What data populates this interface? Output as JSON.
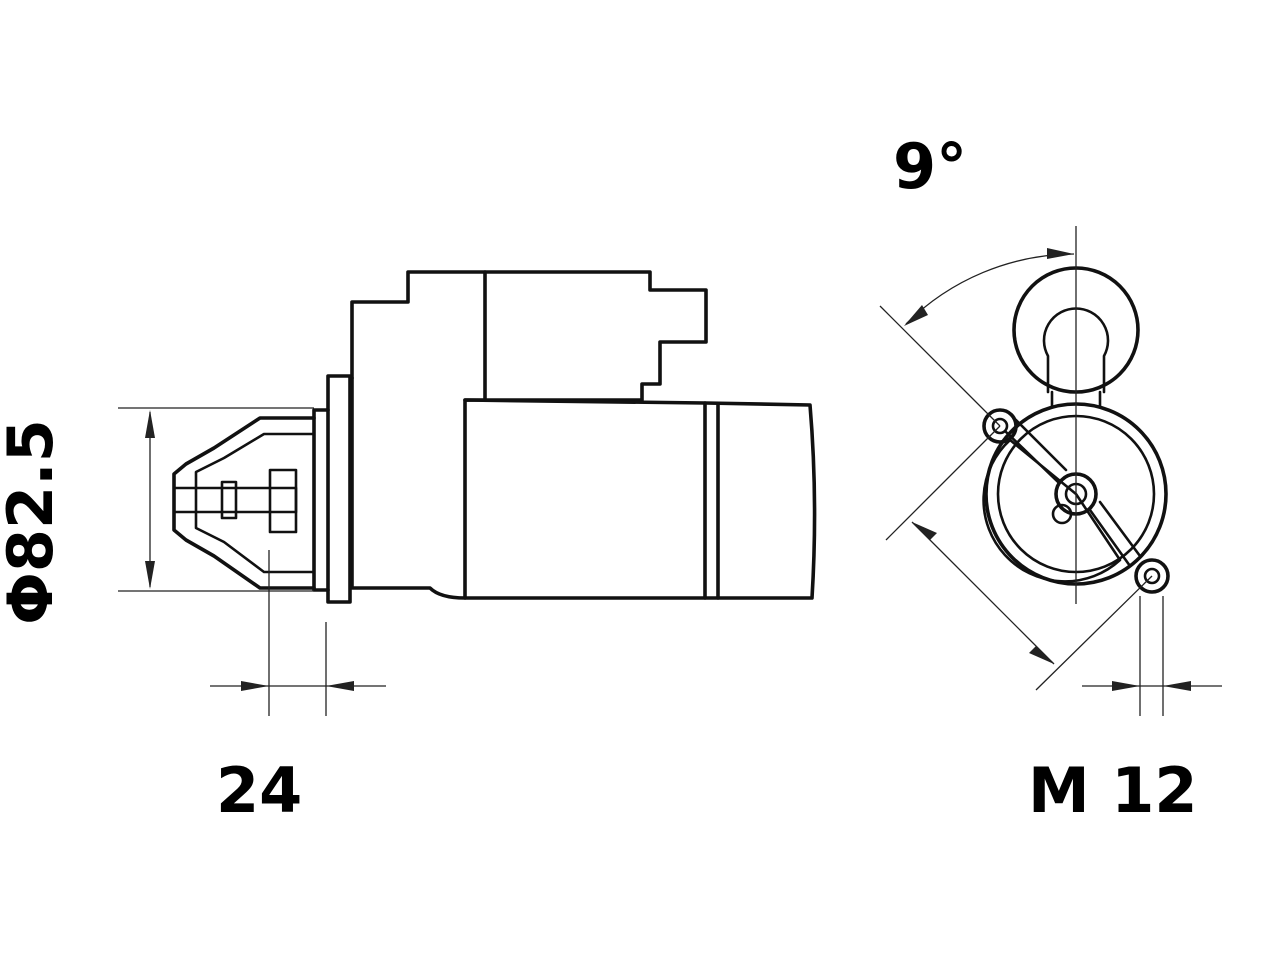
{
  "dimensions": {
    "diameter": "Φ82.5",
    "angle": "9°",
    "length": "24",
    "thread": "M 12"
  },
  "colors": {
    "line": "#111111",
    "background": "#ffffff"
  }
}
